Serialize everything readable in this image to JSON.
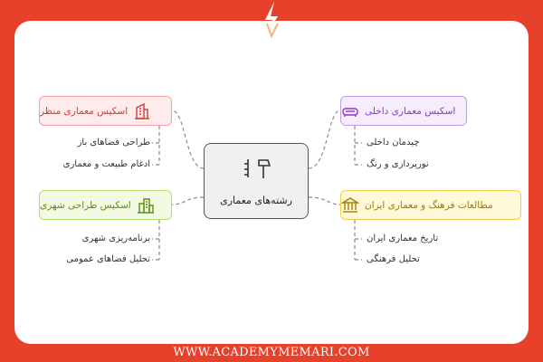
{
  "center": {
    "label": "رشته‌های معماری"
  },
  "nodes": {
    "landscape": {
      "label": "اسکیس معماری منظر",
      "items": [
        "طراحی فضاهای باز",
        "ادغام طبیعت و معماری"
      ]
    },
    "urban": {
      "label": "اسکیس طراحی شهری",
      "items": [
        "برنامه‌ریزی شهری",
        "تحلیل فضاهای عمومی"
      ]
    },
    "interior": {
      "label": "اسکیس معماری داخلی",
      "items": [
        "چیدمان داخلی",
        "نورپردازی و رنگ"
      ]
    },
    "culture": {
      "label": "مطالعات فرهنگ و معماری ایران",
      "items": [
        "تاریخ معماری ایران",
        "تحلیل فرهنگی"
      ]
    }
  },
  "footer": "WWW.ACADEMYMEMARI.COM",
  "colors": {
    "frame": "#e8412b",
    "red": "#d43b37",
    "purple": "#8a3cc4",
    "green": "#5d8f16",
    "yellow": "#a27b00"
  }
}
